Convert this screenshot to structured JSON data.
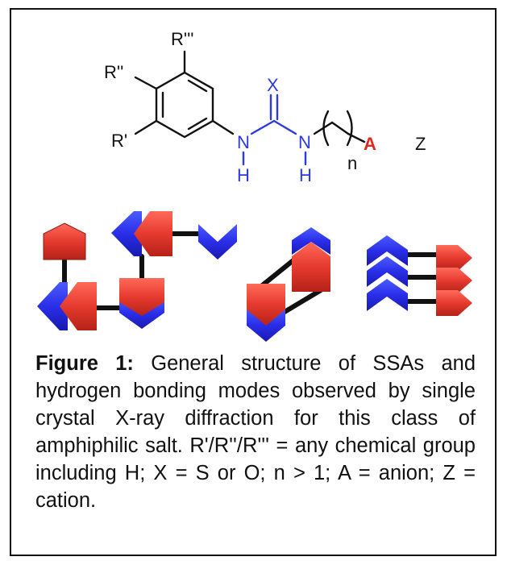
{
  "structure": {
    "r_triple": "R'''",
    "r_double": "R''",
    "r_single": "R'",
    "x": "X",
    "n1": "N",
    "n2": "N",
    "h1": "H",
    "h2": "H",
    "n_sub": "n",
    "a": "A",
    "z": "Z"
  },
  "caption": {
    "figure_label": "Figure 1:",
    "text": " General structure of SSAs and hydrogen bonding modes observed by single crystal X-ray diffraction for this class of amphiphilic salt. R'/R''/R''' = any chemical group including H; X = S or O; n > 1; A = anion; Z = cation."
  },
  "colors": {
    "anion_red": "#e63a2e",
    "urea_blue": "#2a2ee8",
    "bond_black": "#111111",
    "atom_blue": "#2b3be0",
    "atom_red": "#e02a1f"
  },
  "icons": [
    "pentagon-anion-icon",
    "chevron-urea-icon"
  ]
}
